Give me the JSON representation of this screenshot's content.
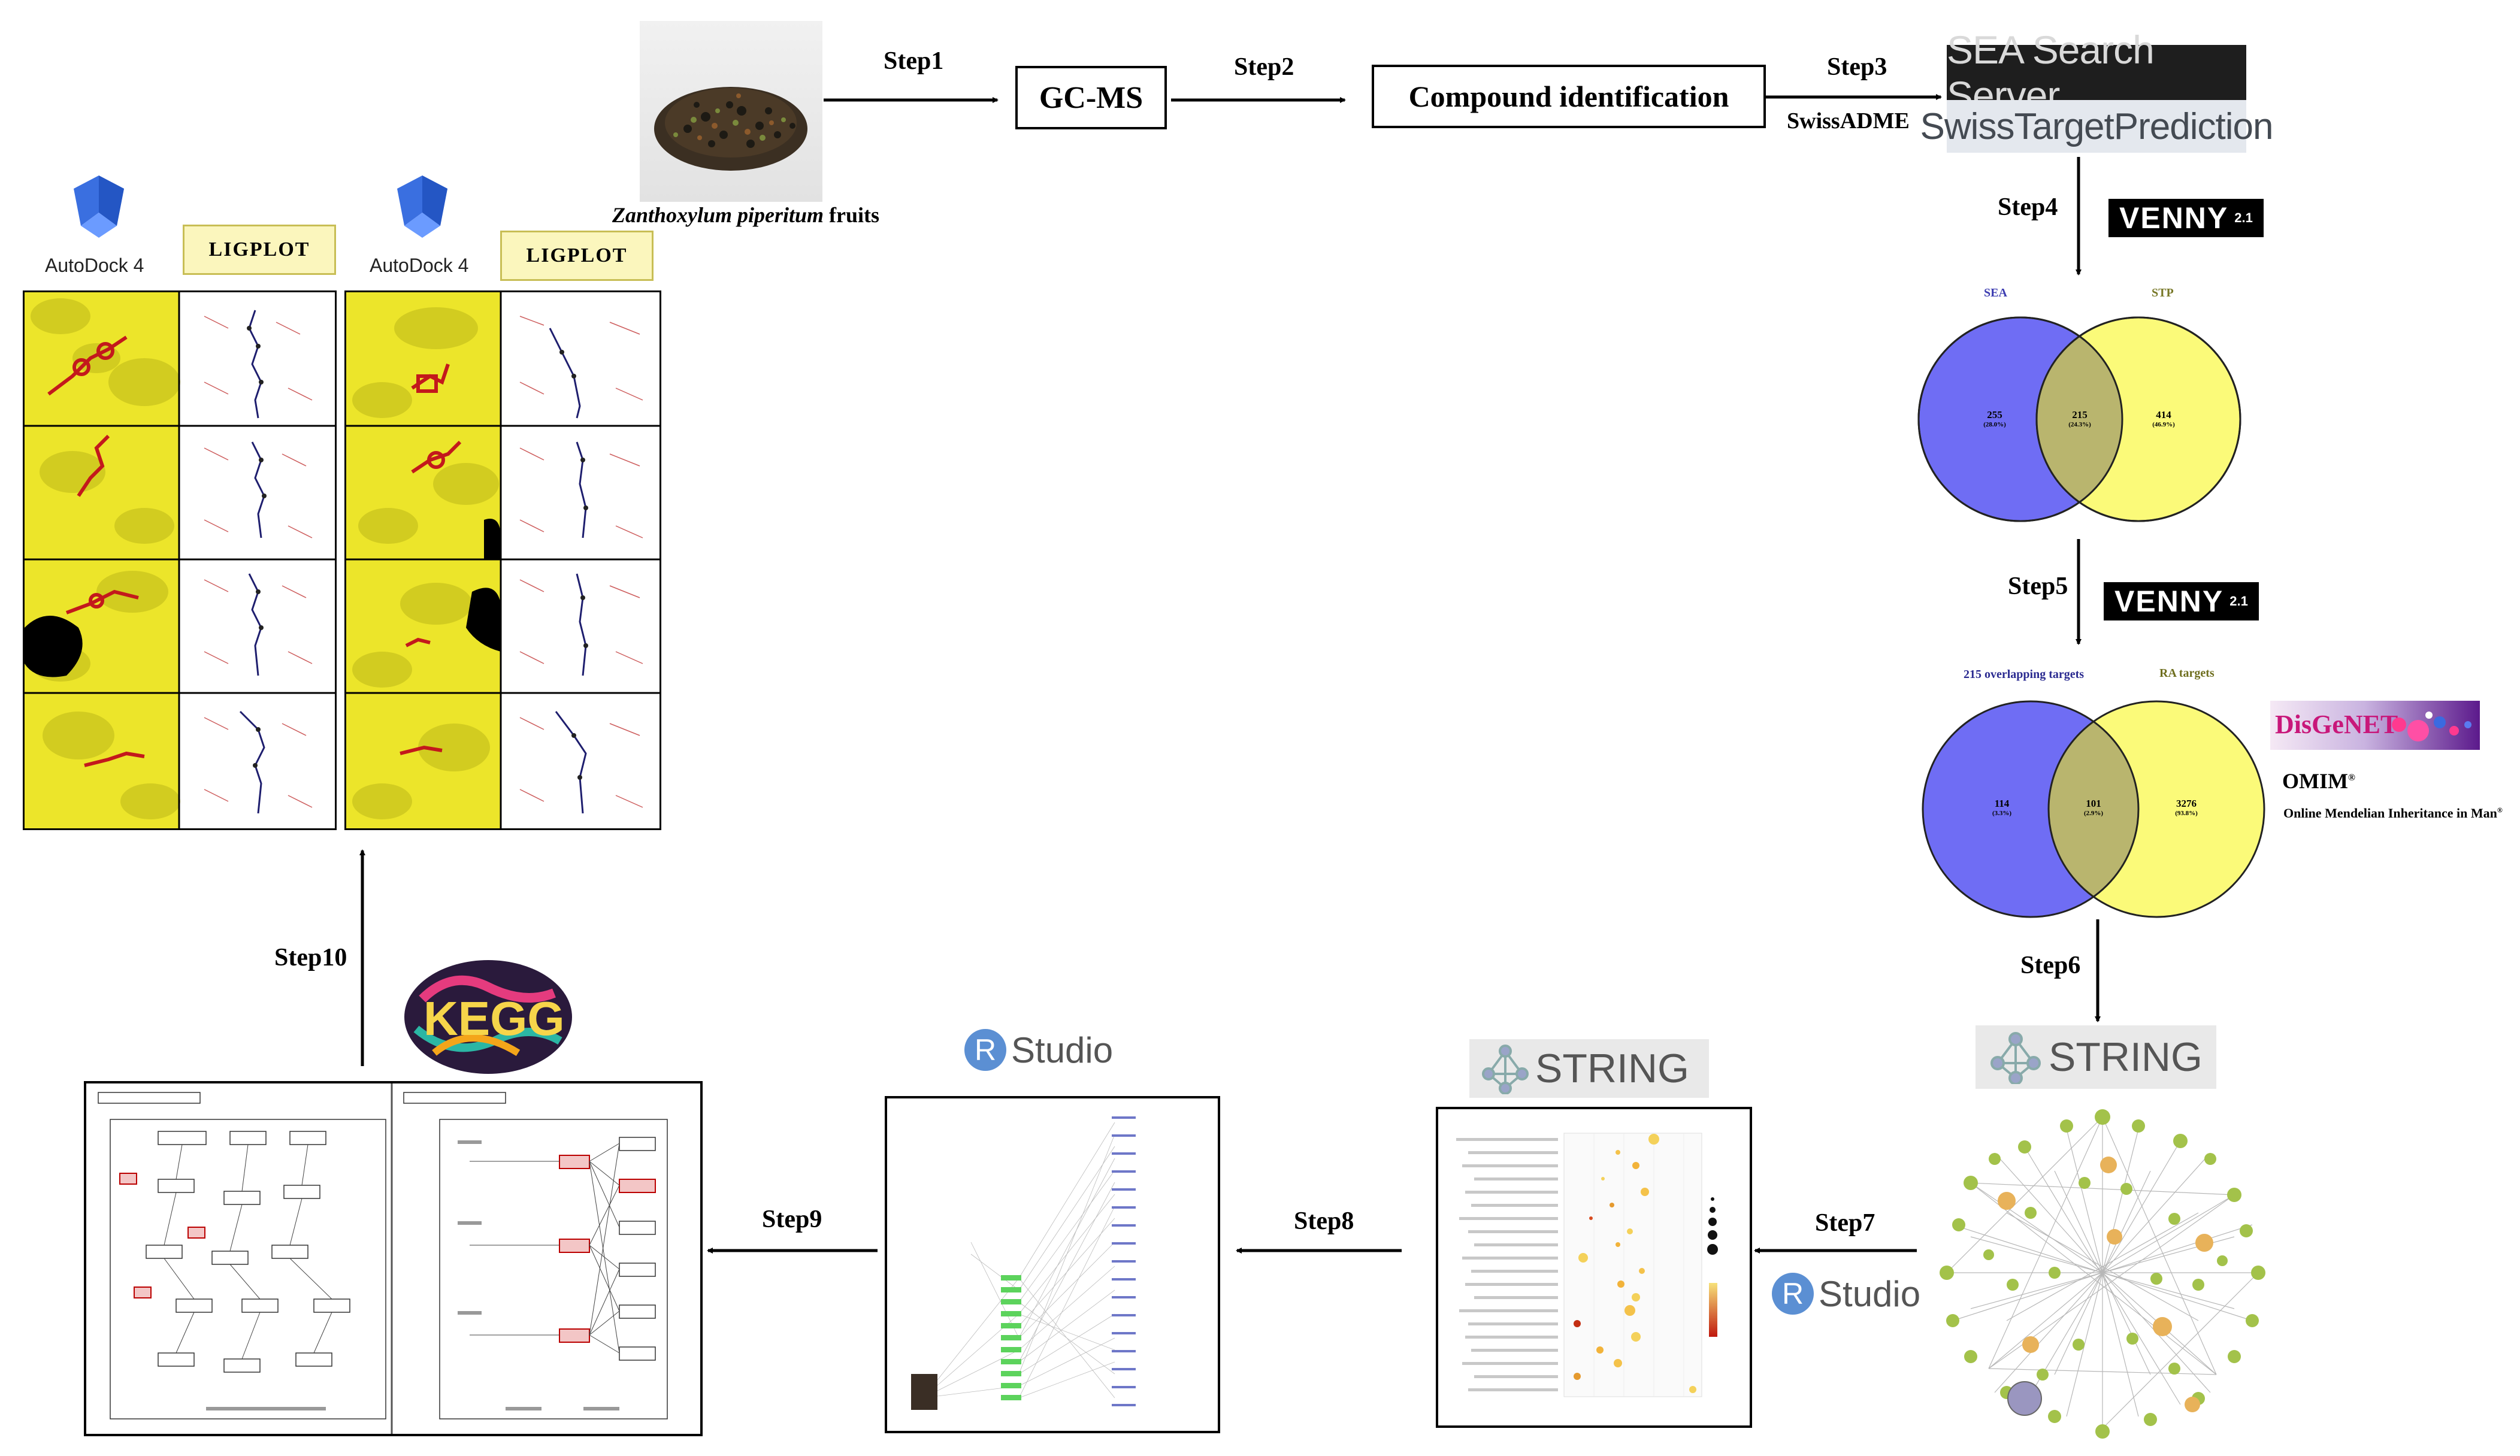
{
  "top_flow": {
    "fruit_caption_italic": "Zanthoxylum piperitum",
    "fruit_caption_rest": " fruits",
    "gcms_label": "GC-MS",
    "compound_label": "Compound identification",
    "step1": "Step1",
    "step2": "Step2",
    "step3": "Step3",
    "swissadme": "SwissADME",
    "sea_logo": "SEA Search Server",
    "stp_logo": "SwissTargetPrediction"
  },
  "venn1": {
    "step4": "Step4",
    "venny_logo": "VENNY",
    "venny_version": "2.1",
    "left_label": "SEA",
    "right_label": "STP",
    "left_value": "255",
    "left_pct": "(28.0%)",
    "mid_value": "215",
    "mid_pct": "(24.3%)",
    "right_value": "414",
    "right_pct": "(46.9%)",
    "colors": {
      "left": "#6f6df4",
      "right": "#fbfa79",
      "overlap": "#b9b56e"
    }
  },
  "venn2": {
    "step5": "Step5",
    "venny_logo": "VENNY",
    "venny_version": "2.1",
    "left_label": "215 overlapping targets",
    "right_label": "RA targets",
    "left_value": "114",
    "left_pct": "(3.3%)",
    "mid_value": "101",
    "mid_pct": "(2.9%)",
    "right_value": "3276",
    "right_pct": "(93.8%)",
    "disgenet_logo": "DisGeNET",
    "omim_title": "OMIM",
    "omim_sup": "®",
    "omim_subtitle": "Online Mendelian Inheritance in Man",
    "omim_subtitle_sup": "®"
  },
  "bottom_flow": {
    "step6": "Step6",
    "step7": "Step7",
    "step8": "Step8",
    "step9": "Step9",
    "step10": "Step10",
    "string_logo": "STRING",
    "rstudio_logo": "Studio",
    "rstudio_r": "R",
    "kegg_logo": "KEGG"
  },
  "docking": {
    "autodock_label": "AutoDock 4",
    "ligplot_label": "LIGPLOT"
  },
  "colors": {
    "protein_surface": "#ece52a",
    "ligand_red": "#c3191c",
    "arrow": "#000000"
  }
}
